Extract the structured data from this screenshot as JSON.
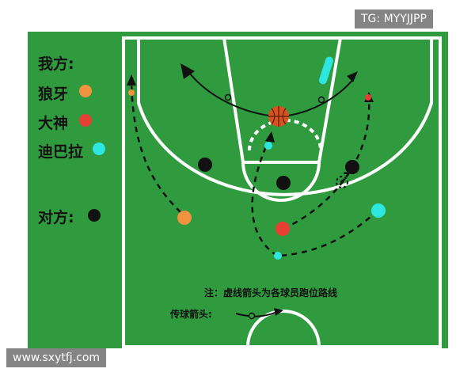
{
  "watermark_top": "TG: MYYJJPP",
  "watermark_bottom": "www.sxytfj.com",
  "legend": {
    "ours_title": "我方:",
    "players": [
      {
        "name": "狼牙",
        "color": "#f0923e"
      },
      {
        "name": "大神",
        "color": "#e83d33"
      },
      {
        "name": "迪巴拉",
        "color": "#2ee6e0"
      }
    ],
    "opponent_title": "对方:",
    "opponent_color": "#111111"
  },
  "notes": {
    "dashed_note": "注：虚线箭头为各球员跑位路线",
    "pass_label": "传球箭头:"
  },
  "colors": {
    "court": "#2f9a3e",
    "lines": "#ffffff",
    "ball": "#d9531e",
    "path": "#111111"
  }
}
